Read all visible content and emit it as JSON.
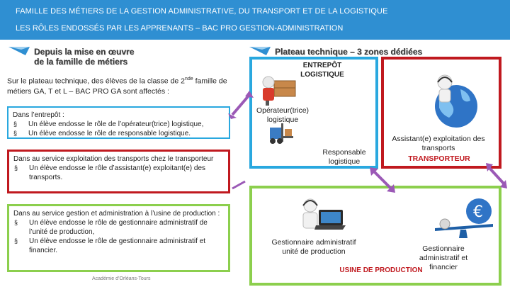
{
  "banner": {
    "line1": "FAMILLE DES MÉTIERS DE LA GESTION ADMINISTRATIVE,  DU TRANSPORT ET DE LA LOGISTIQUE",
    "line2": "LES RÔLES ENDOSSÉS PAR LES APPRENANTS –  BAC PRO GESTION-ADMINISTRATION"
  },
  "left_heading": {
    "line1": "Depuis la mise en œuvre",
    "line2": "de la famille de métiers"
  },
  "right_heading": "Plateau technique – 3 zones dédiées",
  "intro": {
    "before": "Sur le plateau technique, des élèves de la classe de 2",
    "sup": "nde",
    "after": " famille de métiers GA, T et L – BAC PRO GA sont affectés :"
  },
  "box_entrepot": {
    "title": "Dans l’entrepôt :",
    "items": [
      "Un élève endosse le rôle de l’opérateur(trice) logistique,",
      "Un élève endosse le rôle de responsable logistique."
    ]
  },
  "box_transport": {
    "title": "Dans au service exploitation des transports chez le transporteur",
    "items": [
      "Un élève endosse le rôle d’assistant(e) exploitant(e) des transports."
    ]
  },
  "box_gestion": {
    "title": "Dans au service gestion et administration à l’usine de production :",
    "items": [
      "Un élève endosse le rôle de gestionnaire administratif de l’unité de production,",
      "Un élève endosse le rôle de gestionnaire administratif et financier."
    ]
  },
  "zones": {
    "entrepot": {
      "line1": "ENTREPÔT",
      "line2": "LOGISTIQUE"
    },
    "operateur": "Opérateur(trice) logistique",
    "responsable": "Responsable logistique",
    "assistant": "Assistant(e) exploitation des transports",
    "transporteur": "TRANSPORTEUR",
    "gestionnaire_prod": "Gestionnaire administratif unité de production",
    "gestionnaire_fin": "Gestionnaire administratif et financier",
    "usine": "USINE DE PRODUCTION"
  },
  "footer": "Académie d’Orléans-Tours",
  "colors": {
    "banner": "#2f8fd2",
    "blue_frame": "#29a8df",
    "red_frame": "#c0191f",
    "green_frame": "#8ccf4d",
    "label_red": "#c0191f"
  },
  "icons": [
    "arrow-bullet-icon",
    "delivery-person-figure",
    "forklift-figure",
    "globe-headset-figure",
    "laptop-figure",
    "scale-euro-figure",
    "double-arrow-icon"
  ]
}
